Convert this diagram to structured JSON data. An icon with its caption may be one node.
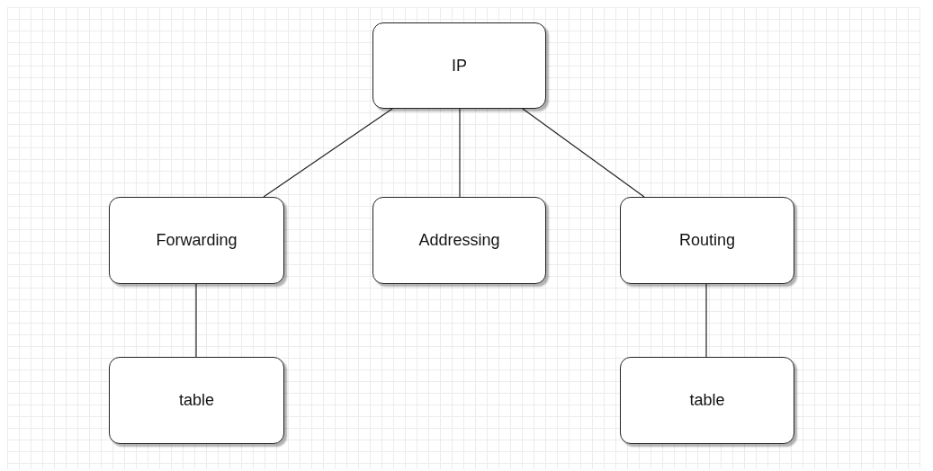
{
  "diagram": {
    "nodes": [
      {
        "text": [
          "IP"
        ]
      },
      {
        "text": [
          "Forwarding"
        ]
      },
      {
        "text": [
          "Addressing"
        ]
      },
      {
        "text": [
          "Routing"
        ]
      },
      {
        "text": [
          "table"
        ]
      },
      {
        "text": [
          "table"
        ]
      }
    ],
    "edges": [
      {
        "from": 0,
        "to": 1,
        "arrow": "none"
      },
      {
        "from": 0,
        "to": 2,
        "arrow": "none"
      },
      {
        "from": 0,
        "to": 3,
        "arrow": "none"
      },
      {
        "from": 1,
        "to": 4,
        "arrow": "none"
      },
      {
        "from": 3,
        "to": 5,
        "arrow": "none"
      }
    ]
  }
}
